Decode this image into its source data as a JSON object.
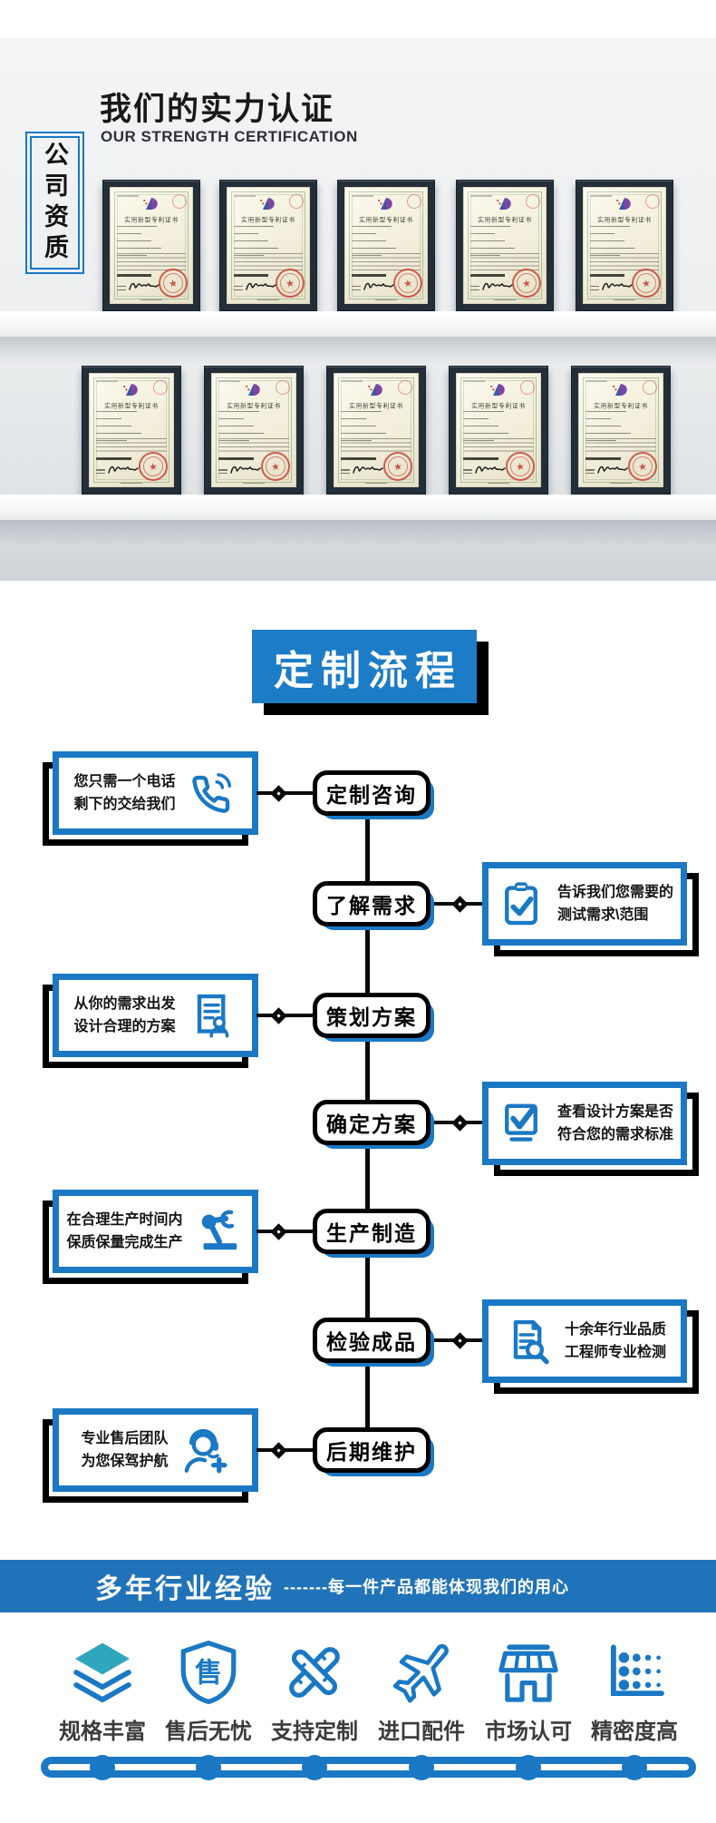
{
  "header": {
    "badge_vertical": "公司资质",
    "title": "我们的实力认证",
    "subtitle": "OUR STRENGTH CERTIFICATION"
  },
  "certificates": {
    "title": "实用新型专利证书",
    "row1_count": 5,
    "row2_count": 5
  },
  "flow": {
    "title": "定制流程",
    "steps": [
      {
        "label": "定制咨询",
        "side": "left",
        "icon": "phone-icon",
        "line1": "您只需一个电话",
        "line2": "剩下的交给我们"
      },
      {
        "label": "了解需求",
        "side": "right",
        "icon": "clipboard-check-icon",
        "line1": "告诉我们您需要的",
        "line2": "测试需求\\范围"
      },
      {
        "label": "策划方案",
        "side": "left",
        "icon": "document-user-icon",
        "line1": "从你的需求出发",
        "line2": "设计合理的方案"
      },
      {
        "label": "确定方案",
        "side": "right",
        "icon": "checkbox-icon",
        "line1": "查看设计方案是否",
        "line2": "符合您的需求标准"
      },
      {
        "label": "生产制造",
        "side": "left",
        "icon": "robot-arm-icon",
        "line1": "在合理生产时间内",
        "line2": "保质保量完成生产"
      },
      {
        "label": "检验成品",
        "side": "right",
        "icon": "document-search-icon",
        "line1": "十余年行业品质",
        "line2": "工程师专业检测"
      },
      {
        "label": "后期维护",
        "side": "left",
        "icon": "headset-user-icon",
        "line1": "专业售后团队",
        "line2": "为您保驾护航"
      }
    ]
  },
  "experience_bar": {
    "title": "多年行业经验",
    "subtitle": "-------每一件产品都能体现我们的用心"
  },
  "features": [
    {
      "label": "规格丰富",
      "icon": "layers-icon"
    },
    {
      "label": "售后无忧",
      "icon": "shield-icon",
      "shield_char": "售"
    },
    {
      "label": "支持定制",
      "icon": "tools-icon"
    },
    {
      "label": "进口配件",
      "icon": "plane-icon"
    },
    {
      "label": "市场认可",
      "icon": "store-icon"
    },
    {
      "label": "精密度高",
      "icon": "precision-chart-icon"
    }
  ],
  "colors": {
    "accent_blue": "#1a78c4",
    "bar_blue": "#2173b9",
    "outline_black": "#000000"
  }
}
